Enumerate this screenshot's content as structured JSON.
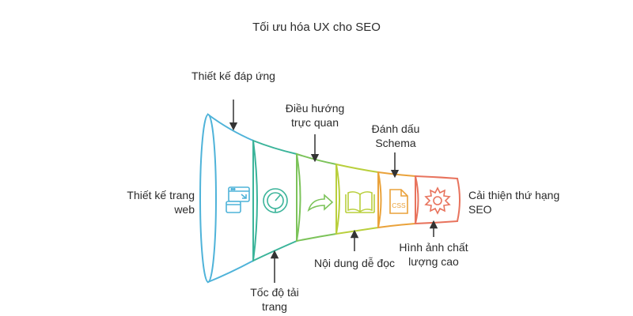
{
  "title": "Tối ưu hóa UX cho SEO",
  "input_label": "Thiết kế trang web",
  "output_label": "Cải thiện thứ hạng SEO",
  "stages": [
    {
      "label": "Thiết kế đáp ứng",
      "icon": "responsive-layout-icon",
      "color": "#4fb3d9"
    },
    {
      "label": "Tốc độ tải trang",
      "icon": "speedometer-icon",
      "color": "#3bb49a"
    },
    {
      "label": "Điều hướng trực quan",
      "icon": "curved-arrow-icon",
      "color": "#7cc35a"
    },
    {
      "label": "Nội dung dễ đọc",
      "icon": "open-book-icon",
      "color": "#b9cf3c"
    },
    {
      "label": "Đánh dấu Schema",
      "icon": "css-file-icon",
      "color": "#eaa23a"
    },
    {
      "label": "Hình ảnh chất lượng cao",
      "icon": "gear-icon",
      "color": "#e8735d"
    }
  ]
}
